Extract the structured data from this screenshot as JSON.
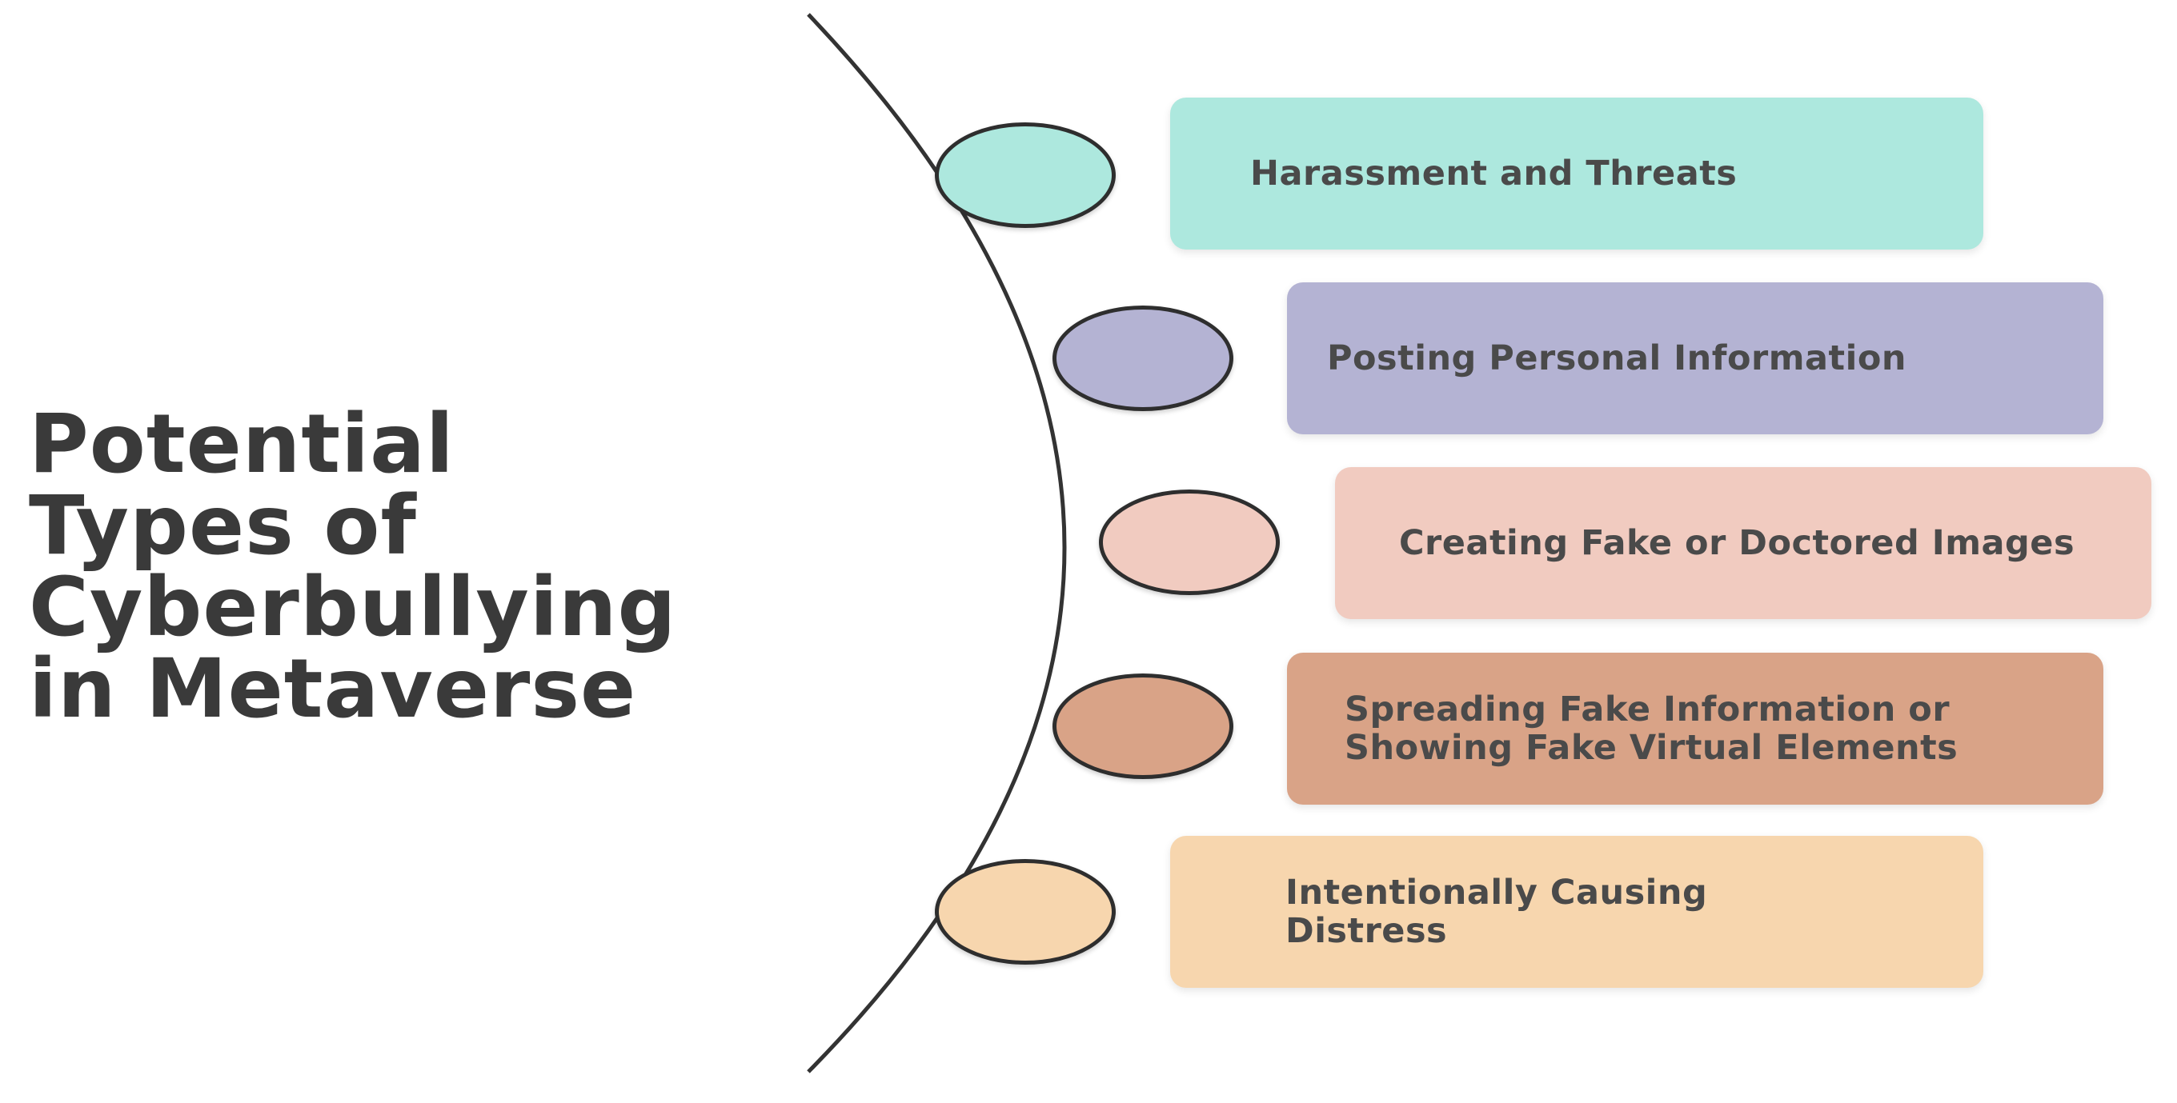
{
  "title": "Potential\nTypes of\nCyberbullying\nin Metaverse",
  "items": [
    {
      "label": "Harassment and Threats",
      "color": "#ade8de"
    },
    {
      "label": "Posting Personal Information",
      "color": "#b4b3d3"
    },
    {
      "label": "Creating Fake or Doctored Images",
      "color": "#f1cbc0"
    },
    {
      "label": "Spreading Fake Information or Showing Fake Virtual Elements",
      "color": "#d9a387"
    },
    {
      "label": "Intentionally Causing Distress",
      "color": "#f7d6ae"
    }
  ],
  "colors": {
    "title_text": "#3a3a3a",
    "card_text": "#4a4a4a",
    "arc_line": "#333333"
  }
}
